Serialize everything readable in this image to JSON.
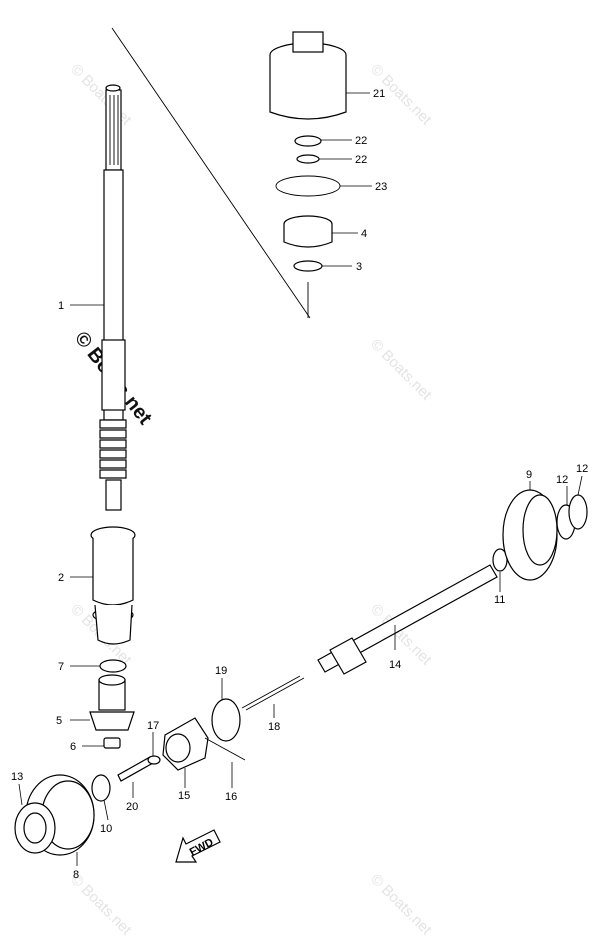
{
  "diagram": {
    "watermark": "© Boats.net",
    "fwd_label": "FWD",
    "labels": {
      "p1": "1",
      "p2": "2",
      "p3": "3",
      "p4": "4",
      "p5": "5",
      "p6": "6",
      "p7": "7",
      "p8": "8",
      "p9": "9",
      "p10": "10",
      "p11": "11",
      "p12a": "12",
      "p12b": "12",
      "p13": "13",
      "p14": "14",
      "p15": "15",
      "p16": "16",
      "p17": "17",
      "p18": "18",
      "p19": "19",
      "p20": "20",
      "p21": "21",
      "p22a": "22",
      "p22b": "22",
      "p23": "23"
    }
  }
}
